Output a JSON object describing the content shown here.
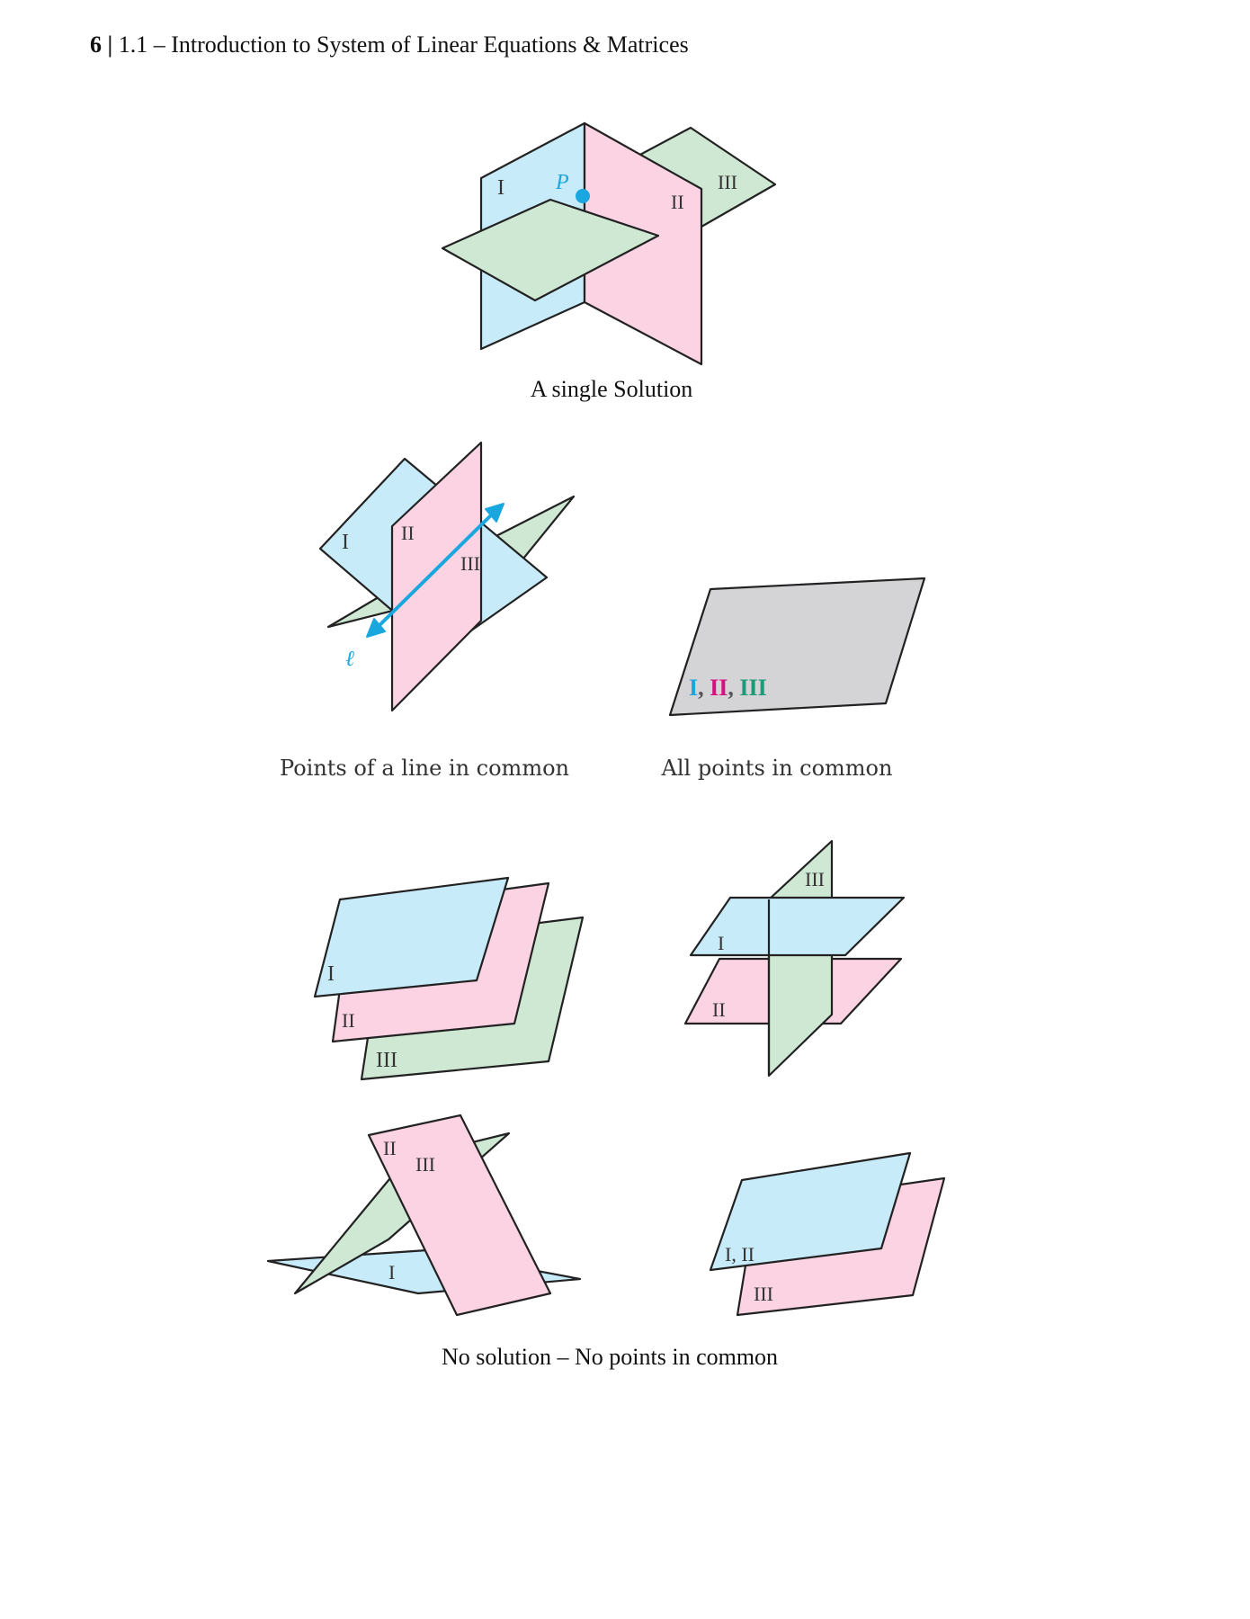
{
  "header": {
    "page_number": "6",
    "separator": " | ",
    "title": "1.1 – Introduction to System of Linear Equations & Matrices"
  },
  "colors": {
    "plane_I": "#c8ebfa",
    "plane_II": "#fbd3e3",
    "plane_III": "#cfe8d3",
    "coincident": "#d4d3d5",
    "accent_blue": "#1aa7e0",
    "accent_magenta": "#d3127f",
    "accent_green": "#1e9a7a",
    "outline": "#222222"
  },
  "figures": {
    "single": {
      "caption": "A single Solution",
      "labels": {
        "I": "I",
        "II": "II",
        "III": "III",
        "point": "P"
      }
    },
    "line": {
      "caption": "Points of a line in common",
      "labels": {
        "I": "I",
        "II": "II",
        "III": "III",
        "line": "ℓ"
      }
    },
    "all": {
      "caption": "All points in common",
      "labels": {
        "I": "I",
        "sep1": ", ",
        "II": "II",
        "sep2": ", ",
        "III": "III"
      }
    },
    "parallel": {
      "labels": {
        "I": "I",
        "II": "II",
        "III": "III"
      }
    },
    "cross": {
      "labels": {
        "I": "I",
        "II": "II",
        "III": "III"
      }
    },
    "prism": {
      "labels": {
        "I": "I",
        "II": "II",
        "III": "III"
      }
    },
    "coincident_parallel": {
      "labels": {
        "I_II": "I, II",
        "III": "III"
      }
    },
    "no_solution_caption": "No solution – No points in common"
  }
}
